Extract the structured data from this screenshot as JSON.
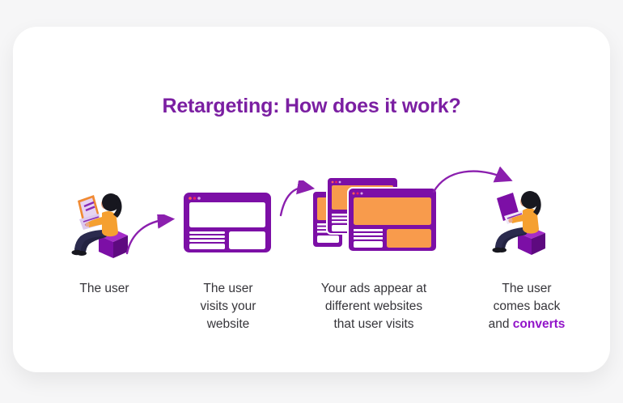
{
  "title": {
    "text": "Retargeting: How does it work?",
    "color": "#7b1fa2"
  },
  "steps": [
    {
      "id": "user",
      "label_lines": [
        "The user"
      ]
    },
    {
      "id": "visits",
      "label_lines": [
        "The user",
        "visits your",
        "website"
      ]
    },
    {
      "id": "ads",
      "label_lines": [
        "Your ads appear at",
        "different websites",
        "that user visits"
      ]
    },
    {
      "id": "converts",
      "label_lines": [
        "The user",
        "comes back"
      ],
      "last_line_prefix": "and ",
      "last_line_highlight": "converts"
    }
  ],
  "icons": {
    "step1": "person-laptop-illustration",
    "step2": "browser-window-illustration",
    "step3": "stacked-ad-windows-illustration",
    "step4": "person-laptop-illustration",
    "connector": "curved-arrow-icon"
  },
  "colors": {
    "title_purple": "#7b1fa2",
    "highlight_purple": "#9215c9",
    "window_purple": "#7c0fa6",
    "ad_orange": "#f89b4c",
    "shirt_orange": "#f5a030",
    "pants_navy": "#2b2b4e",
    "arrow_purple": "#8b1fae",
    "label_text": "#36353a",
    "card_background": "#ffffff",
    "page_background": "#f6f6f7"
  }
}
